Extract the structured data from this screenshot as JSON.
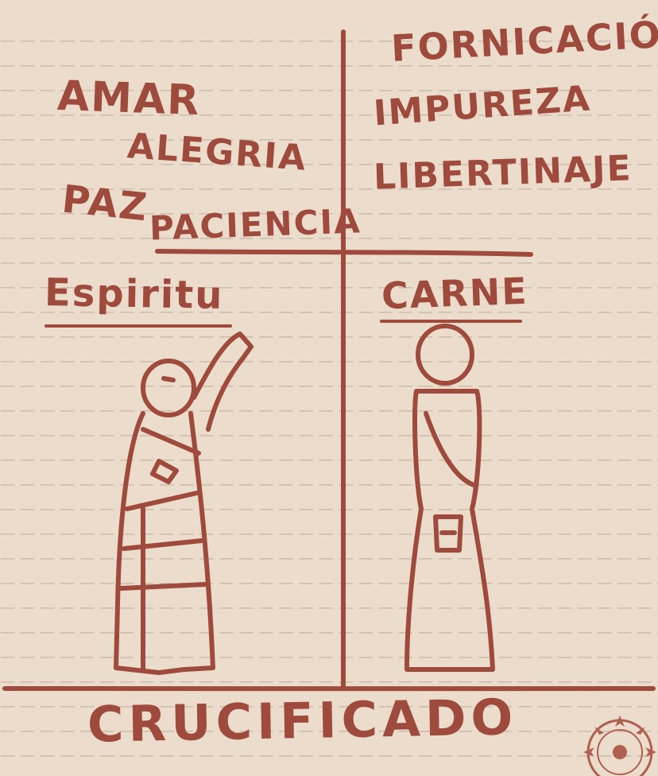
{
  "colors": {
    "ink": "#9e4a3d",
    "paper": "#ecdccc",
    "faded_text": "#c8b4a4"
  },
  "left_column": {
    "words": [
      "AMAR",
      "ALEGRIA",
      "PAZ",
      "PACIENCIA"
    ],
    "heading": "Espiritu"
  },
  "right_column": {
    "words": [
      "FORNICACIÓN",
      "IMPUREZA",
      "LIBERTINAJE"
    ],
    "heading": "CARNE"
  },
  "footer": {
    "label": "CRUCIFICADO"
  },
  "icons": {
    "corner_seal": "sunburst-seal-icon"
  }
}
